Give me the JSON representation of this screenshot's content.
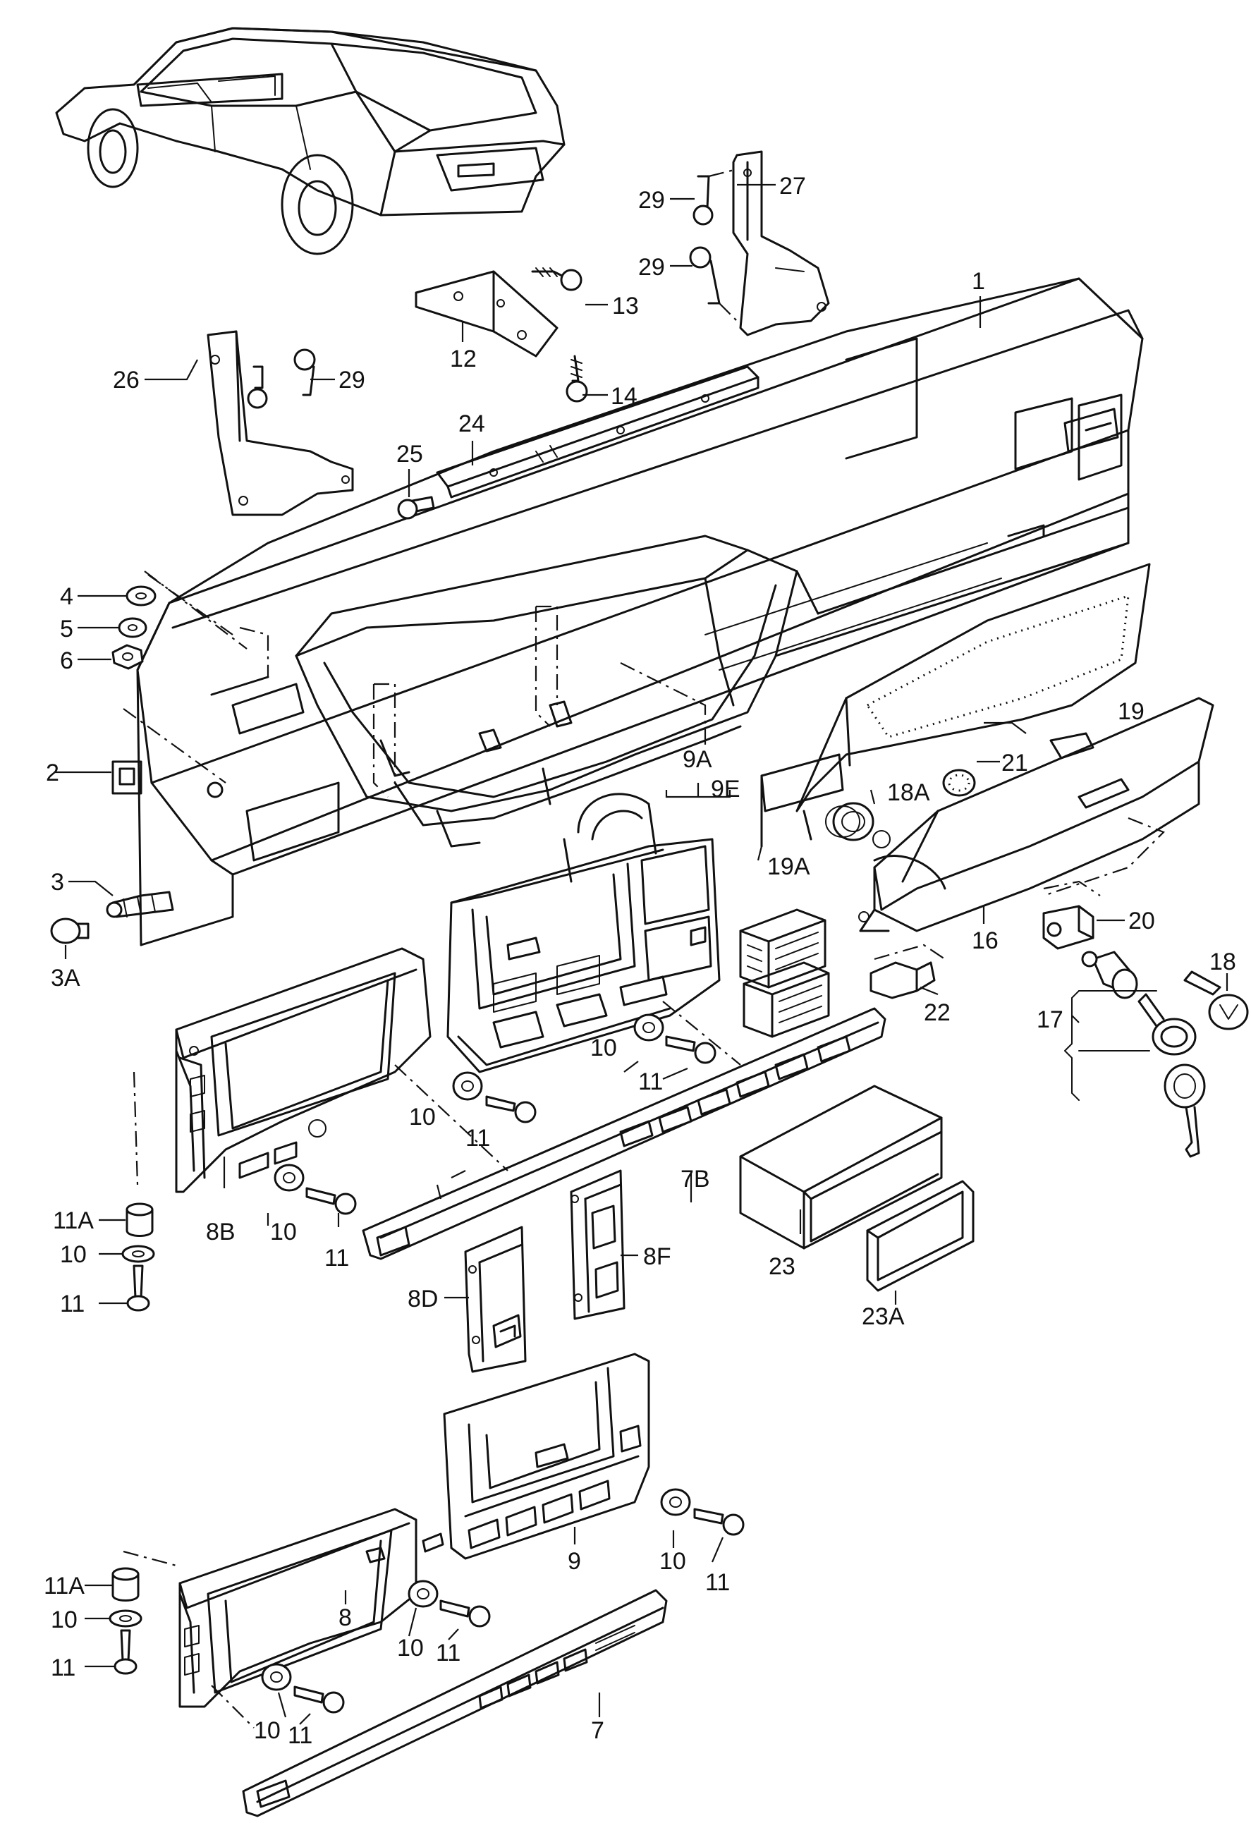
{
  "labels": {
    "l1": "1",
    "l2": "2",
    "l3": "3",
    "l3a": "3A",
    "l4": "4",
    "l5": "5",
    "l6": "6",
    "l7": "7",
    "l7b": "7B",
    "l8": "8",
    "l8b": "8B",
    "l8d": "8D",
    "l8f": "8F",
    "l9": "9",
    "l9a": "9A",
    "l9e": "9E",
    "l10a": "10",
    "l10b": "10",
    "l10c": "10",
    "l10d": "10",
    "l10e": "10",
    "l10f": "10",
    "l10g": "10",
    "l10h": "10",
    "l11a": "11",
    "l11b": "11",
    "l11c": "11",
    "l11d": "11",
    "l11e": "11",
    "l11f": "11",
    "l11g": "11",
    "l11h": "11",
    "l11aa": "11A",
    "l11ab": "11A",
    "l12": "12",
    "l13": "13",
    "l14": "14",
    "l16": "16",
    "l17": "17",
    "l18": "18",
    "l18a": "18A",
    "l19": "19",
    "l19a": "19A",
    "l20": "20",
    "l21": "21",
    "l22": "22",
    "l23": "23",
    "l23a": "23A",
    "l24": "24",
    "l25": "25",
    "l26": "26",
    "l27": "27",
    "l29a": "29",
    "l29b": "29",
    "l29c": "29"
  },
  "colors": {
    "line": "#111111",
    "background": "#ffffff"
  }
}
